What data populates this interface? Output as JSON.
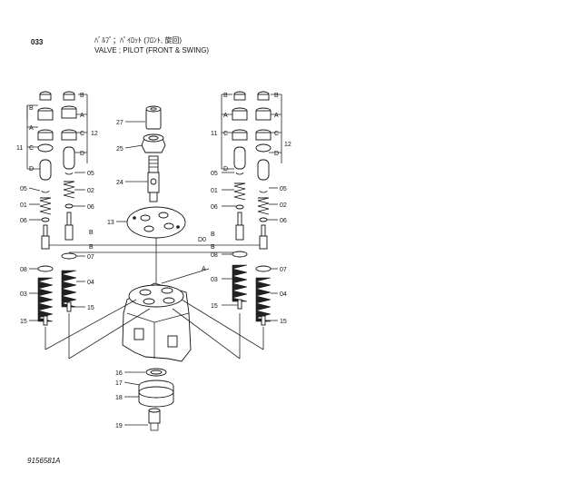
{
  "header": {
    "page_number": "033",
    "title_jp": "ﾊﾞﾙﾌﾞ；ﾊﾟｲﾛｯﾄ (ﾌﾛﾝﾄ, 旋回)",
    "title_en": "VALVE ; PILOT (FRONT & SWING)"
  },
  "figure_number": "9156581A",
  "callouts": {
    "c27": "27",
    "c25": "25",
    "c24": "24",
    "c13": "13",
    "c16": "16",
    "c17": "17",
    "c18": "18",
    "c19": "19",
    "L_B_top": "B",
    "L_A": "A",
    "L_11": "11",
    "L_C": "C",
    "L_D": "D",
    "L_B_r": "B",
    "L_A_r": "A",
    "L_12": "12",
    "L_C_r": "C",
    "L_D_r": "D",
    "L_05a": "05",
    "L_02a": "02",
    "L_06a": "06",
    "L_01a": "01",
    "L_05b": "05",
    "L_06b": "06",
    "L_Bm1": "B",
    "L_Bm2": "B",
    "L_08": "08",
    "L_07": "07",
    "L_03": "03",
    "L_04": "04",
    "L_15a": "15",
    "L_15b": "15",
    "R_B_top": "B",
    "R_A": "A",
    "R_11": "11",
    "R_C": "C",
    "R_D": "D",
    "R_B_r": "B",
    "R_A_r": "A",
    "R_12": "12",
    "R_C_r": "C",
    "R_D_r": "D",
    "R_05a": "05",
    "R_01": "01",
    "R_06a": "06",
    "R_05b": "05",
    "R_02": "02",
    "R_06b": "06",
    "R_D0": "D0",
    "R_Bm1": "B",
    "R_Bm2": "B",
    "R_A_m": "A",
    "R_08": "08",
    "R_07": "07",
    "R_03": "03",
    "R_04": "04",
    "R_15a": "15",
    "R_15b": "15"
  }
}
